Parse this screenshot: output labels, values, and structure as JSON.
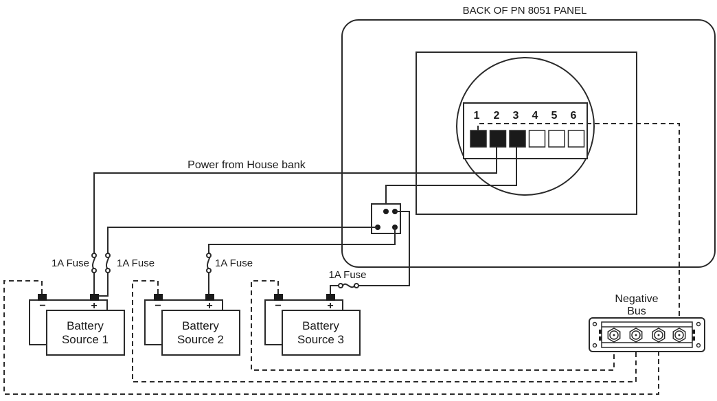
{
  "diagram": {
    "title": "BACK OF PN 8051 PANEL",
    "panel": {
      "switch_numbers": [
        "1",
        "2",
        "3",
        "4",
        "5",
        "6"
      ],
      "switch_filled": [
        true,
        true,
        true,
        false,
        false,
        false
      ]
    },
    "power_label": "Power from House bank",
    "fuses": [
      {
        "label": "1A Fuse"
      },
      {
        "label": "1A Fuse"
      },
      {
        "label": "1A Fuse"
      },
      {
        "label": "1A Fuse"
      }
    ],
    "batteries": [
      {
        "line1": "Battery",
        "line2": "Source 1",
        "neg": "−",
        "pos": "+"
      },
      {
        "line1": "Battery",
        "line2": "Source 2",
        "neg": "−",
        "pos": "+"
      },
      {
        "line1": "Battery",
        "line2": "Source 3",
        "neg": "−",
        "pos": "+"
      }
    ],
    "negative_bus": {
      "line1": "Negative",
      "line2": "Bus"
    }
  }
}
